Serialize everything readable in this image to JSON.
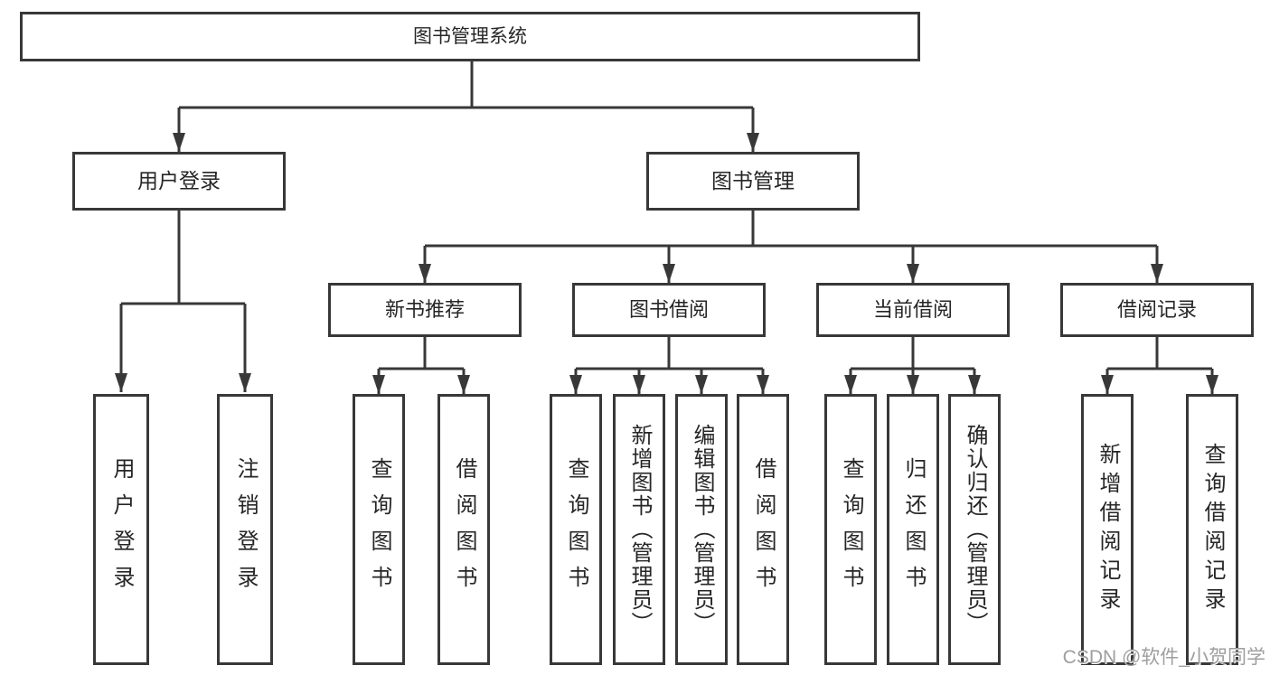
{
  "diagram": {
    "root": {
      "label": "图书管理系统"
    },
    "branches": [
      {
        "label": "用户登录",
        "children": [
          {
            "label": "用户登录"
          },
          {
            "label": "注销登录"
          }
        ]
      },
      {
        "label": "图书管理",
        "children": [
          {
            "label": "新书推荐",
            "children": [
              {
                "label": "查询图书"
              },
              {
                "label": "借阅图书"
              }
            ]
          },
          {
            "label": "图书借阅",
            "children": [
              {
                "label": "查询图书"
              },
              {
                "label": "新增图书（管理员）"
              },
              {
                "label": "编辑图书（管理员）"
              },
              {
                "label": "借阅图书"
              }
            ]
          },
          {
            "label": "当前借阅",
            "children": [
              {
                "label": "查询图书"
              },
              {
                "label": "归还图书"
              },
              {
                "label": "确认归还（管理员）"
              }
            ]
          },
          {
            "label": "借阅记录",
            "children": [
              {
                "label": "新增借阅记录"
              },
              {
                "label": "查询借阅记录"
              }
            ]
          }
        ]
      }
    ]
  },
  "watermark": {
    "text": "CSDN @软件_小贺同学"
  },
  "colors": {
    "line": "#383838",
    "box_border": "#383838",
    "text": "#262626",
    "watermark": "#9e9e9e",
    "background": "#ffffff"
  }
}
